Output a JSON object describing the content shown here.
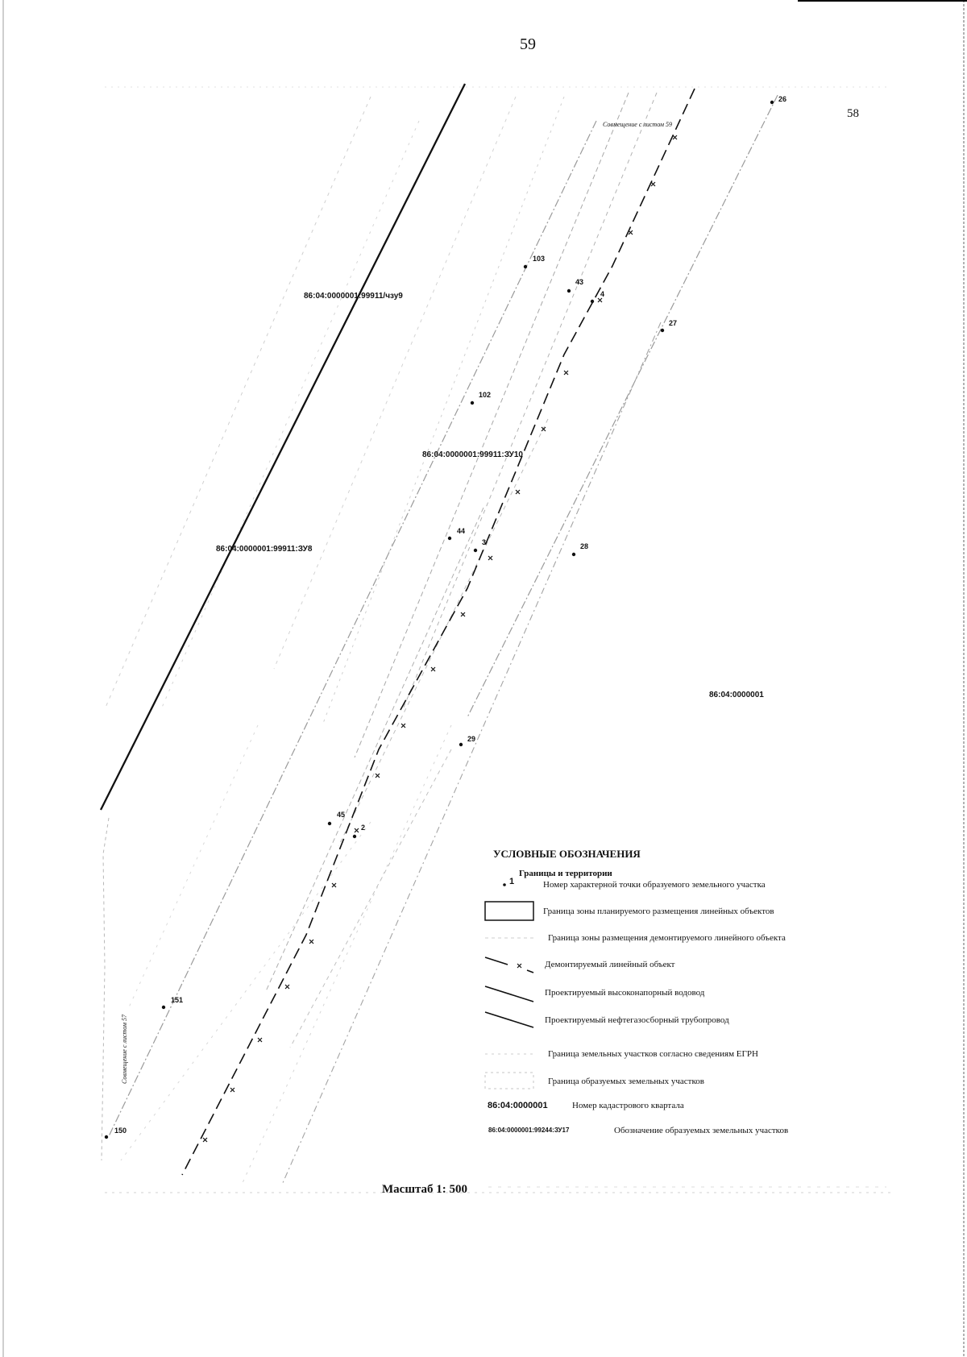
{
  "page": {
    "number": "59",
    "adjacent_sheet": "58"
  },
  "match_lines": {
    "top": "Совмещение с листом 59",
    "left": "Совмещение с листом 57"
  },
  "parcels": {
    "chzu9": "86:04:0000001:99911/чзу9",
    "zu10": "86:04:0000001:99911:ЗУ10",
    "zu8": "86:04:0000001:99911:ЗУ8",
    "quarter": "86:04:0000001"
  },
  "points": {
    "p103": "103",
    "p43": "43",
    "p4": "4",
    "p26": "26",
    "p27": "27",
    "p102": "102",
    "p44": "44",
    "p3": "3",
    "p28": "28",
    "p29": "29",
    "p45": "45",
    "p2": "2",
    "p151": "151",
    "p150": "150"
  },
  "legend": {
    "title": "УСЛОВНЫЕ ОБОЗНАЧЕНИЯ",
    "subtitle": "Границы и территории",
    "sample_point": "1",
    "items": [
      "Номер характерной точки образуемого земельного участка",
      "Граница зоны планируемого размещения линейных объектов",
      "Граница зоны размещения демонтируемого линейного объекта",
      "Демонтируемый линейный объект",
      "Проектируемый высоконапорный водовод",
      "Проектируемый нефтегазосборный трубопровод",
      "Граница земельных участков согласно сведениям ЕГРН",
      "Граница образуемых земельных участков",
      "Номер кадастрового квартала",
      "Обозначение образуемых земельных участков"
    ],
    "code_quarter": "86:04:0000001",
    "code_parcel": "86:04:0000001:99244:ЗУ17"
  },
  "scale": "Масштаб 1: 500"
}
